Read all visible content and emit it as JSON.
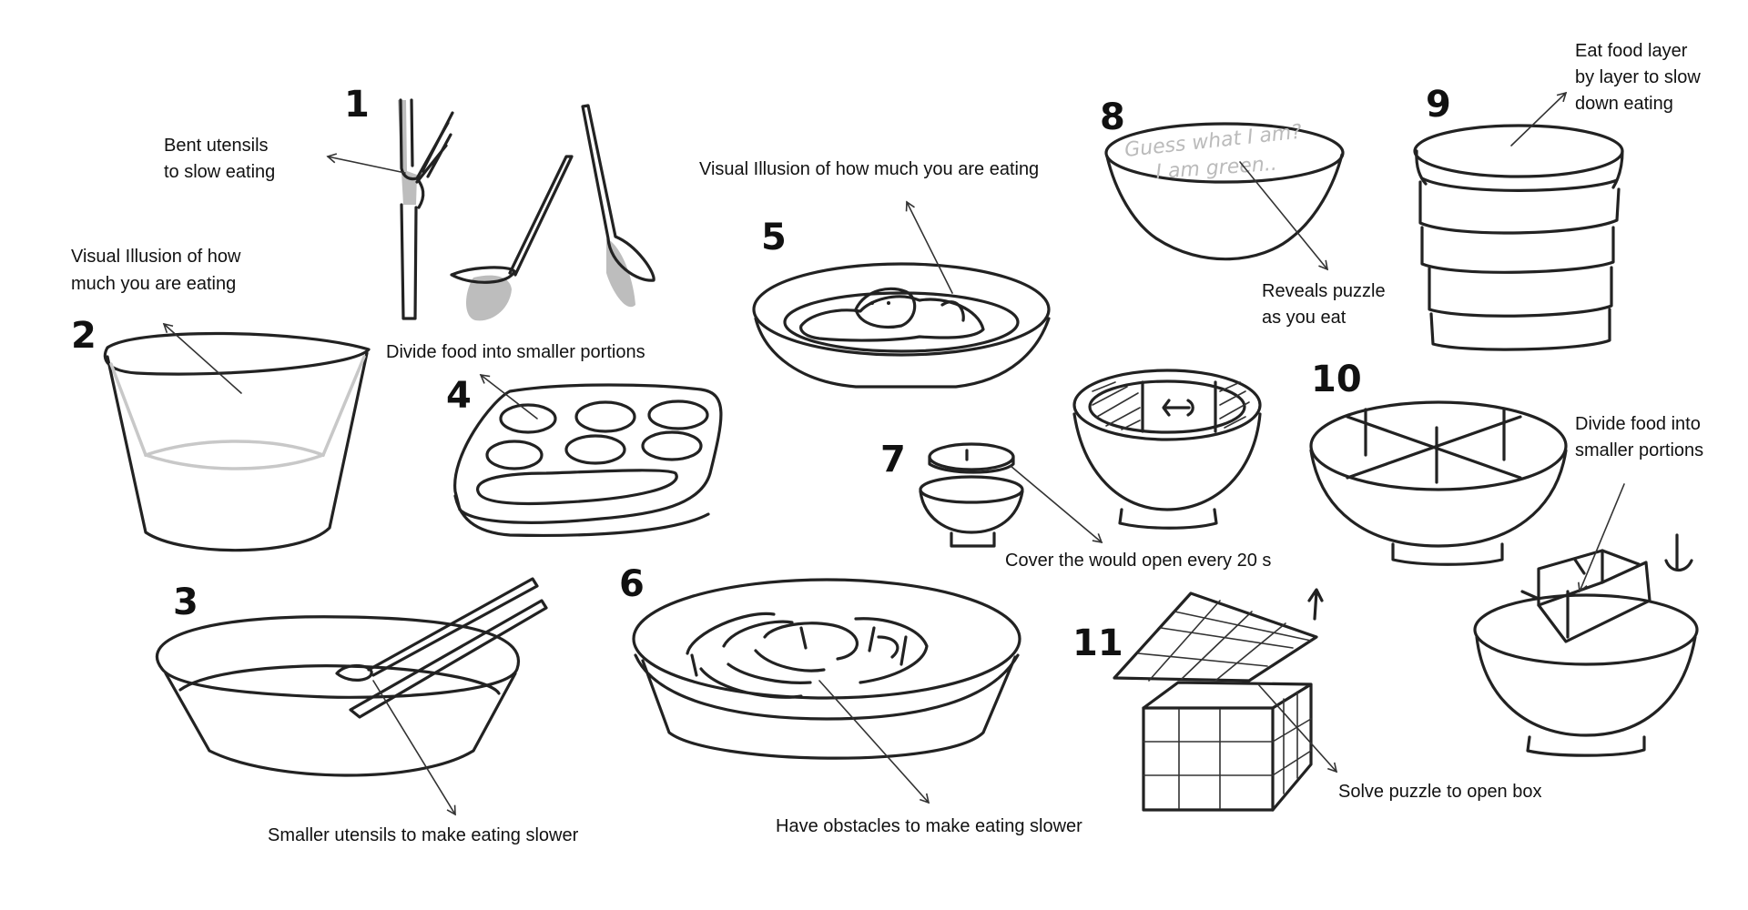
{
  "numbers": [
    "1",
    "2",
    "3",
    "4",
    "5",
    "6",
    "7",
    "8",
    "9",
    "10",
    "11"
  ],
  "labels": {
    "bent_utensils": [
      "Bent utensils",
      "to slow eating"
    ],
    "illusion_2": [
      "Visual Illusion of how",
      "much you are eating"
    ],
    "divide_4": "Divide food into smaller portions",
    "illusion_5": "Visual Illusion of how much you are eating",
    "smaller_utensils": "Smaller utensils to make eating slower",
    "obstacles": "Have obstacles to make eating slower",
    "cover": "Cover the would open every 20 s",
    "reveals": [
      "Reveals puzzle",
      "as you eat"
    ],
    "layer": [
      "Eat food layer",
      "by layer to slow",
      "down eating"
    ],
    "divide_10": [
      "Divide food into",
      "smaller portions"
    ],
    "solve": "Solve puzzle to open box"
  },
  "bowl8_text": [
    "Guess what I am?",
    "I am green.."
  ]
}
